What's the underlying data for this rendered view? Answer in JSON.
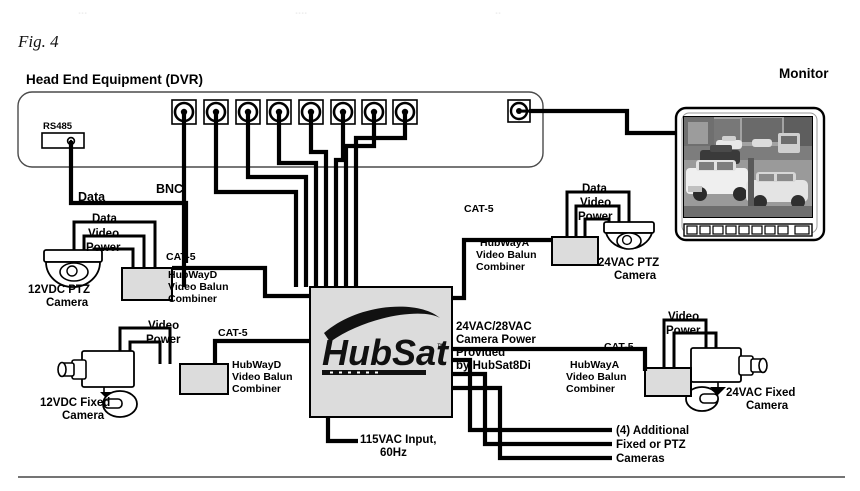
{
  "figure": {
    "caption": "Fig. 4",
    "clipped_top_text": [
      "...",
      "....",
      ".."
    ]
  },
  "head_end": {
    "title": "Head End Equipment (DVR)",
    "rs485_label": "RS485",
    "bnc_label": "BNC",
    "data_label": "Data",
    "bnc_port_count": 8,
    "monitor_out_port": "monitor-output-bnc"
  },
  "monitor": {
    "label": "Monitor",
    "screen_content": "street scene with cars",
    "button_count": 9
  },
  "left_top_camera": {
    "signals": [
      "Data",
      "Video",
      "Power"
    ],
    "cable": "CAT-5",
    "balun": [
      "HubWayD",
      "Video Balun",
      "Combiner"
    ],
    "camera_label": [
      "12VDC PTZ",
      "Camera"
    ],
    "camera_type": "dome"
  },
  "left_bottom_camera": {
    "signals": [
      "Video",
      "Power"
    ],
    "cable": "CAT-5",
    "balun": [
      "HubWayD",
      "Video Balun",
      "Combiner"
    ],
    "camera_label": [
      "12VDC Fixed",
      "Camera"
    ],
    "camera_type": "box"
  },
  "right_top_camera": {
    "signals": [
      "Data",
      "Video",
      "Power"
    ],
    "cable": "CAT-5",
    "balun": [
      "HubWayA",
      "Video Balun",
      "Combiner"
    ],
    "camera_label": [
      "24VAC PTZ",
      "Camera"
    ],
    "camera_type": "dome"
  },
  "right_bottom_camera": {
    "signals": [
      "Video",
      "Power"
    ],
    "cable": "CAT-5",
    "balun": [
      "HubWayA",
      "Video Balun",
      "Combiner"
    ],
    "camera_label": [
      "24VAC Fixed",
      "Camera"
    ],
    "camera_type": "box"
  },
  "hubsat": {
    "logo_text": "HubSat",
    "trademark": "™",
    "power_note": [
      "24VAC/28VAC",
      "Camera Power",
      "Provided",
      "by HubSat8Di"
    ],
    "input_note": [
      "115VAC Input,",
      "60Hz"
    ]
  },
  "additional": {
    "note": [
      "(4) Additional",
      "Fixed or PTZ",
      "Cameras"
    ]
  },
  "colors": {
    "box_fill": "#dcdcdc",
    "wire": "#000000",
    "enclosure_stroke": "#4a4a4a"
  }
}
